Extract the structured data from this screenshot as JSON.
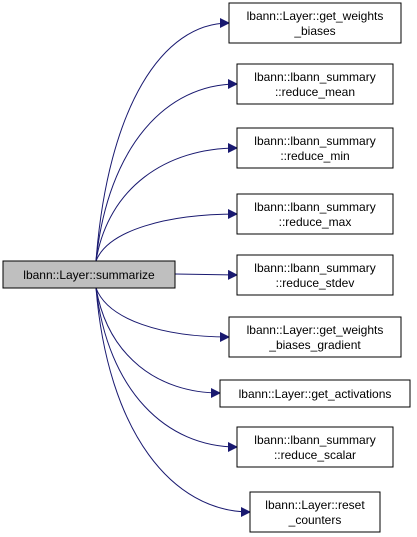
{
  "graph": {
    "edge_color": "#191970",
    "root": {
      "label": "lbann::Layer::summarize",
      "fill": "#bfbfbf"
    },
    "callees": [
      {
        "lines": [
          "lbann::Layer::get_weights",
          "_biases"
        ]
      },
      {
        "lines": [
          "lbann::lbann_summary",
          "::reduce_mean"
        ]
      },
      {
        "lines": [
          "lbann::lbann_summary",
          "::reduce_min"
        ]
      },
      {
        "lines": [
          "lbann::lbann_summary",
          "::reduce_max"
        ]
      },
      {
        "lines": [
          "lbann::lbann_summary",
          "::reduce_stdev"
        ]
      },
      {
        "lines": [
          "lbann::Layer::get_weights",
          "_biases_gradient"
        ]
      },
      {
        "lines": [
          "lbann::Layer::get_activations"
        ]
      },
      {
        "lines": [
          "lbann::lbann_summary",
          "::reduce_scalar"
        ]
      },
      {
        "lines": [
          "lbann::Layer::reset",
          "_counters"
        ]
      }
    ]
  }
}
